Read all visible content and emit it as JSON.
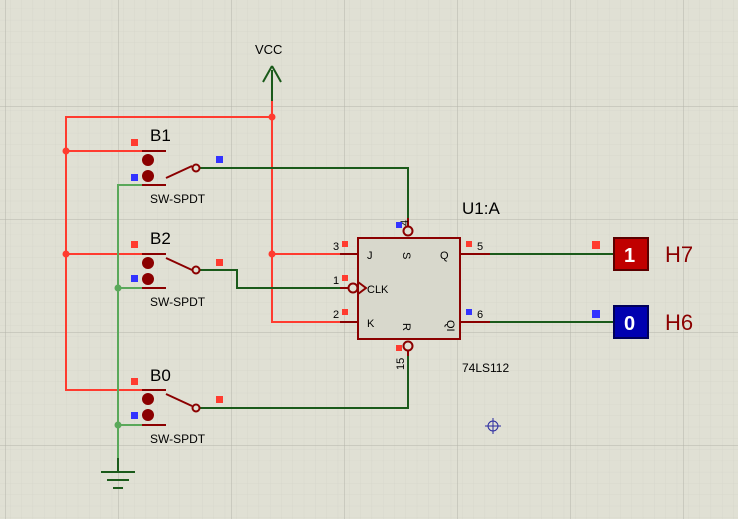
{
  "power": {
    "label": "VCC"
  },
  "switches": [
    {
      "ref": "B1",
      "model": "SW-SPDT"
    },
    {
      "ref": "B2",
      "model": "SW-SPDT"
    },
    {
      "ref": "B0",
      "model": "SW-SPDT"
    }
  ],
  "chip": {
    "ref": "U1:A",
    "part": "74LS112",
    "pins": {
      "j": {
        "name": "J",
        "num": "3"
      },
      "clk": {
        "name": "CLK",
        "num": "1"
      },
      "k": {
        "name": "K",
        "num": "2"
      },
      "s": {
        "name": "S",
        "num": "4"
      },
      "r": {
        "name": "R",
        "num": "15"
      },
      "q": {
        "name": "Q",
        "num": "5"
      },
      "qb": {
        "name": "QI",
        "num": "6"
      }
    }
  },
  "probes": [
    {
      "label": "H7",
      "value": "1",
      "color": "#c00000"
    },
    {
      "label": "H6",
      "value": "0",
      "color": "#0000b0"
    }
  ],
  "colors": {
    "wire_high": "#ff3b2f",
    "wire_low": "#5aa85a",
    "wire_net": "#1a5a1a",
    "component": "#8b0000",
    "grid_major": "#b8b8ae",
    "grid_minor": "#d2d2c8"
  }
}
